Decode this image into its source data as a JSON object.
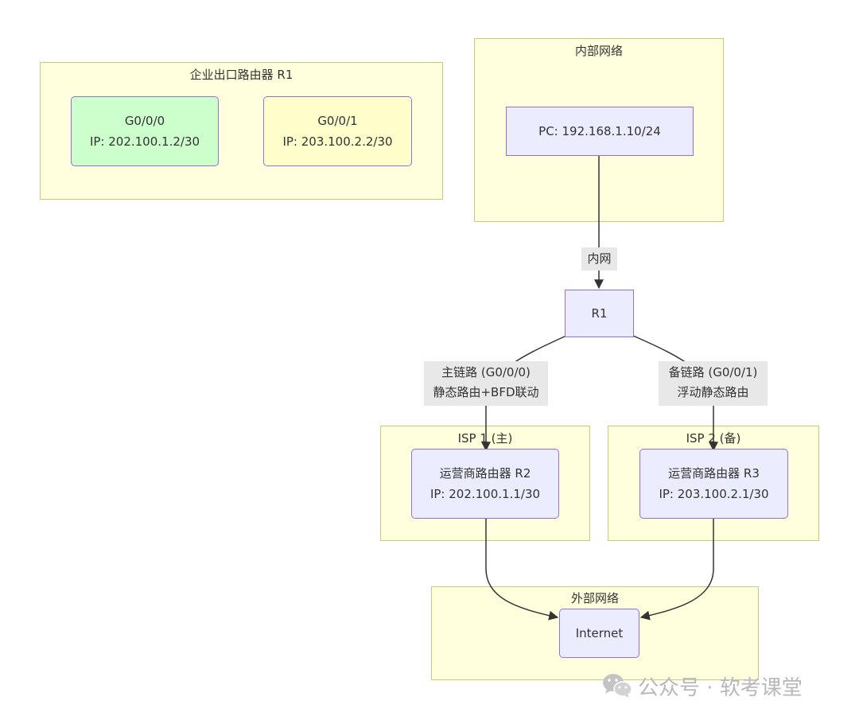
{
  "clusters": {
    "r1_router": {
      "title": "企业出口路由器 R1"
    },
    "internal": {
      "title": "内部网络"
    },
    "isp1": {
      "title": "ISP 1 (主)"
    },
    "isp2": {
      "title": "ISP 2 (备)"
    },
    "external": {
      "title": "外部网络"
    }
  },
  "nodes": {
    "g000": {
      "line1": "G0/0/0",
      "line2": "IP: 202.100.1.2/30",
      "fill": "#ccffcc",
      "border": "#9370db"
    },
    "g001": {
      "line1": "G0/0/1",
      "line2": "IP: 203.100.2.2/30",
      "fill": "#ffffcc",
      "border": "#9370db"
    },
    "pc": {
      "line1": "PC: 192.168.1.10/24"
    },
    "r1": {
      "line1": "R1"
    },
    "r2": {
      "line1": "运营商路由器 R2",
      "line2": "IP: 202.100.1.1/30"
    },
    "r3": {
      "line1": "运营商路由器 R3",
      "line2": "IP: 203.100.2.1/30"
    },
    "internet": {
      "line1": "Internet"
    }
  },
  "edges": {
    "pc_r1": {
      "label": "内网"
    },
    "r1_r2": {
      "line1": "主链路 (G0/0/0)",
      "line2": "静态路由+BFD联动"
    },
    "r1_r3": {
      "line1": "备链路 (G0/0/1)",
      "line2": "浮动静态路由"
    }
  },
  "watermark": {
    "text": "公众号 · 软考课堂",
    "icon": "wechat-icon"
  },
  "colors": {
    "cluster_fill": "#ffffde",
    "cluster_border": "#c9c97a",
    "node_fill": "#ececff",
    "node_border": "#9370db",
    "edge_stroke": "#333333",
    "edge_label_bg": "#e8e8e8"
  }
}
